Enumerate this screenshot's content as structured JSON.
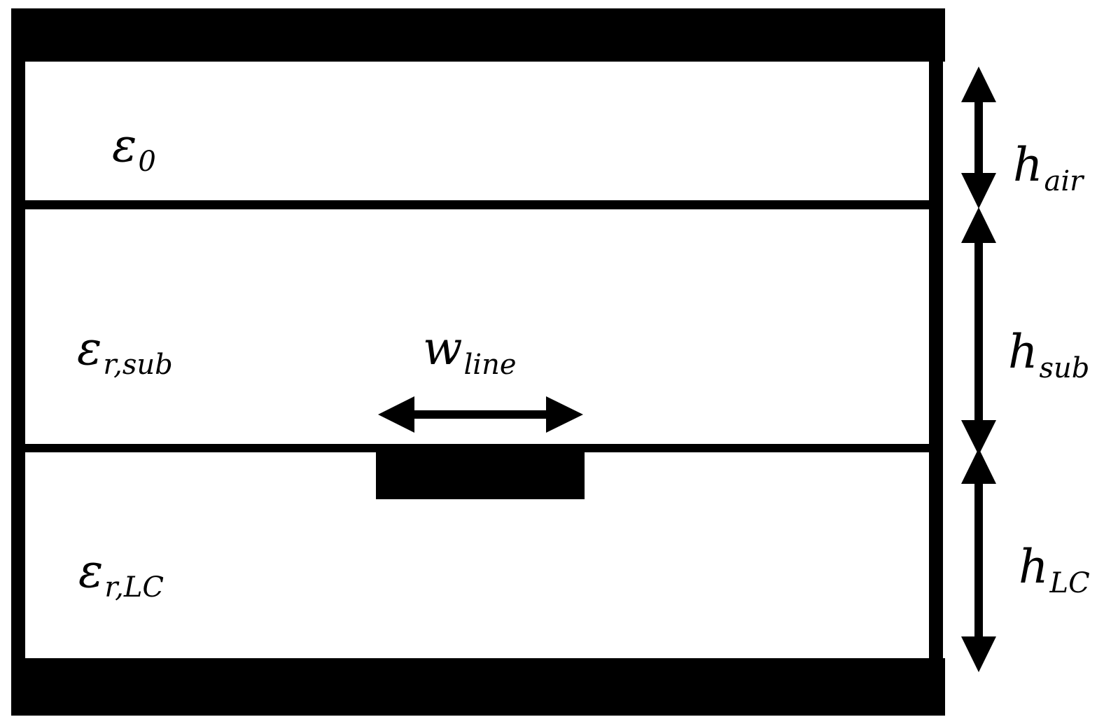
{
  "layers": [
    {
      "symbol": "ε",
      "subscript": "0"
    },
    {
      "symbol": "ε",
      "subscript": "r,sub"
    },
    {
      "symbol": "ε",
      "subscript": "r,LC"
    }
  ],
  "line_width_label": {
    "symbol": "w",
    "subscript": "line"
  },
  "heights": [
    {
      "symbol": "h",
      "subscript": "air"
    },
    {
      "symbol": "h",
      "subscript": "sub"
    },
    {
      "symbol": "h",
      "subscript": "LC"
    }
  ],
  "colors": {
    "ink": "#000000",
    "background": "#ffffff"
  }
}
